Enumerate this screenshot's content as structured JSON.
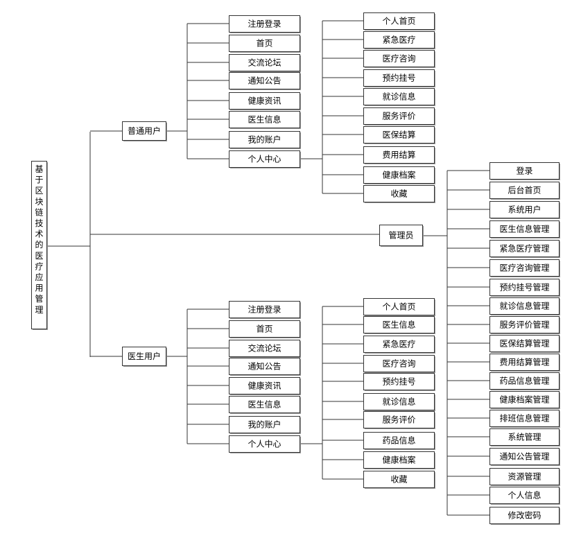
{
  "root": "基于区块链技术的医疗应用管理",
  "branches": {
    "user": {
      "label": "普通用户",
      "modules": [
        "注册登录",
        "首页",
        "交流论坛",
        "通知公告",
        "健康资讯",
        "医生信息",
        "我的账户",
        "个人中心"
      ],
      "center_items": [
        "个人首页",
        "紧急医疗",
        "医疗咨询",
        "预约挂号",
        "就诊信息",
        "服务评价",
        "医保结算",
        "费用结算",
        "健康档案",
        "收藏"
      ]
    },
    "admin": {
      "label": "管理员",
      "modules": [
        "登录",
        "后台首页",
        "系统用户",
        "医生信息管理",
        "紧急医疗管理",
        "医疗咨询管理",
        "预约挂号管理",
        "就诊信息管理",
        "服务评价管理",
        "医保结算管理",
        "费用结算管理",
        "药品信息管理",
        "健康档案管理",
        "排班信息管理",
        "系统管理",
        "通知公告管理",
        "资源管理",
        "个人信息",
        "修改密码"
      ]
    },
    "doctor": {
      "label": "医生用户",
      "modules": [
        "注册登录",
        "首页",
        "交流论坛",
        "通知公告",
        "健康资讯",
        "医生信息",
        "我的账户",
        "个人中心"
      ],
      "center_items": [
        "个人首页",
        "医生信息",
        "紧急医疗",
        "医疗咨询",
        "预约挂号",
        "就诊信息",
        "服务评价",
        "药品信息",
        "健康档案",
        "收藏"
      ]
    }
  }
}
